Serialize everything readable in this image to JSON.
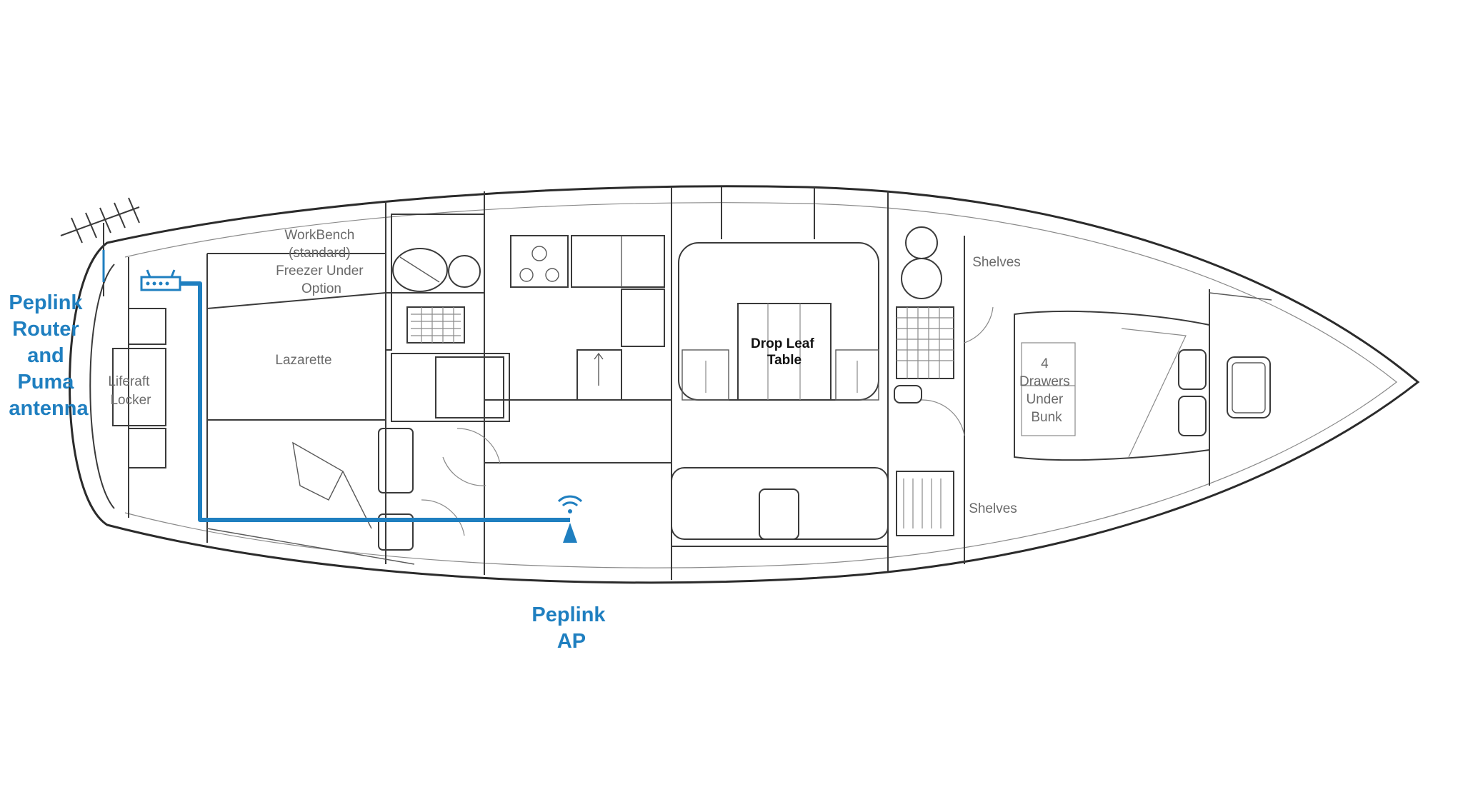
{
  "colors": {
    "accent": "#1f7fc0",
    "line": "#2b2b2b",
    "label": "#6a6a6a"
  },
  "callouts": {
    "router": [
      "Peplink",
      "Router",
      "and",
      "Puma",
      "antenna"
    ],
    "ap": [
      "Peplink",
      "AP"
    ]
  },
  "labels": {
    "workbench": [
      "WorkBench",
      "(standard)",
      "Freezer Under",
      "Option"
    ],
    "lazarette": "Lazarette",
    "liferaft": [
      "Liferaft",
      "Locker"
    ],
    "table": [
      "Drop Leaf",
      "Table"
    ],
    "shelves_top": "Shelves",
    "shelves_bottom": "Shelves",
    "drawers": [
      "4",
      "Drawers",
      "Under",
      "Bunk"
    ]
  },
  "icons": {
    "antenna": "yagi-antenna-icon",
    "router": "router-icon",
    "access_point": "wifi-access-point-icon"
  }
}
